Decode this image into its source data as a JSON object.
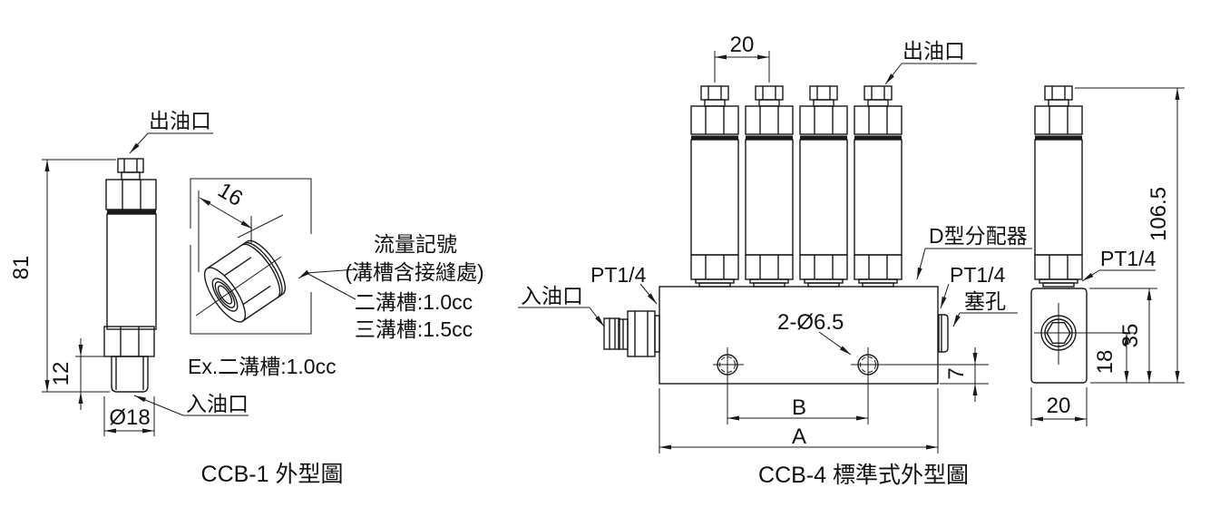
{
  "colors": {
    "line": "#1a1a1a",
    "text": "#111111",
    "background": "#ffffff"
  },
  "ccb1": {
    "caption": "CCB-1 外型圖",
    "outlet_label": "出油口",
    "inlet_label": "入油口",
    "dim_height": "81",
    "dim_stud_length": "12",
    "dim_diameter": "Ø18"
  },
  "detail": {
    "dim_across": "16",
    "note_title": "流量記號",
    "note_subtitle": "(溝槽含接縫處)",
    "note_line1": "二溝槽:1.0cc",
    "note_line2": "三溝槽:1.5cc",
    "example": "Ex.二溝槽:1.0cc"
  },
  "ccb4": {
    "caption": "CCB-4 標準式外型圖",
    "dim_pitch": "20",
    "outlet_label": "出油口",
    "inlet_label": "入油口",
    "distributor_label": "D型分配器",
    "pt_inlet": "PT1/4",
    "pt_plug": "PT1/4",
    "plug_label": "塞孔",
    "holes_label": "2-Ø6.5",
    "dim_hole_offset": "7",
    "dim_hole_pitch": "B",
    "dim_overall": "A"
  },
  "side_view": {
    "pt_port": "PT1/4",
    "dim_total_height": "106.5",
    "dim_block_height": "35",
    "dim_hole_height": "18",
    "dim_block_width": "20"
  }
}
